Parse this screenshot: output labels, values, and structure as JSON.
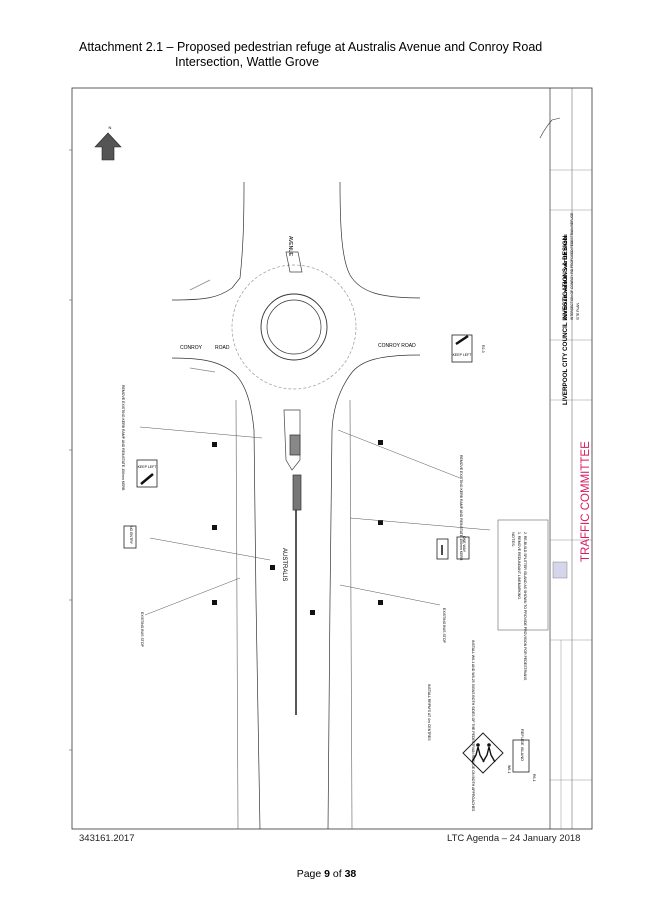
{
  "heading": {
    "line1": "Attachment 2.1 – Proposed pedestrian refuge at Australis Avenue and Conroy Road",
    "line2": "Intersection, Wattle Grove"
  },
  "drawing": {
    "streets": {
      "avenue": "AVENUE",
      "australis": "AUSTRALIS",
      "conroy_left": "CONROY",
      "road_left": "ROAD",
      "conroy_right": "CONROY ROAD"
    },
    "signs": {
      "keep_left_1": "KEEP LEFT",
      "keep_left_2": "KEEP LEFT",
      "keep_left_code": "R2-3",
      "no_entry": "NO ENTRY",
      "one_way": "ONE WAY",
      "refuge_island": "REFUGE ISLAND",
      "w6_code": "W6-1",
      "r8_code": "R6-1"
    },
    "notes": {
      "title": "NOTES:",
      "items": [
        "1. REMOVE REDUNDANT LINEMARKING.",
        "2. RE-BUILD SPLITTER ISLAND AS SHOWN TO PROVIDE PROVISION FOR PEDESTRIANS."
      ]
    },
    "callouts": {
      "bus_stop_left": "EXISTING BUS STOP",
      "bus_stop_right": "EXISTING BUS STOP",
      "kerb_ramp_left": "REMOVE EXISTING KERB RAMP AND REINSTATE 150mm KERB",
      "kerb_ramp_right": "REMOVE EXISTING KERB RAMP AND REINSTATE 150mm KERB",
      "install_signs": "INSTALL W6-1 AND W8-25 SIGNS BOTH SIDES OF THE PEDESTRIAN REFUGE ON BOTH APPROACHES",
      "rrpm": "INSTALL RRPM'S AT 4m CENTRES"
    },
    "title_block": {
      "council": "LIVERPOOL CITY COUNCIL INVESTIGATIONS & DESIGN",
      "committee": "TRAFFIC COMMITTEE",
      "project": "AUSTRALIS AVENUE – WATTLE GROVE",
      "subtitle": "INTERSECTION OF CONROY RD PROPOSED PEDESTRIAN REFUGE",
      "sheet": "SITE PLAN"
    },
    "colors": {
      "committee": "#d81b60",
      "line": "#333333",
      "arrow": "#444444"
    }
  },
  "footer": {
    "doc_ref": "343161.2017",
    "agenda": "LTC Agenda – 24 January 2018"
  },
  "page": {
    "prefix": "Page ",
    "current": "9",
    "middle": " of ",
    "total": "38"
  }
}
